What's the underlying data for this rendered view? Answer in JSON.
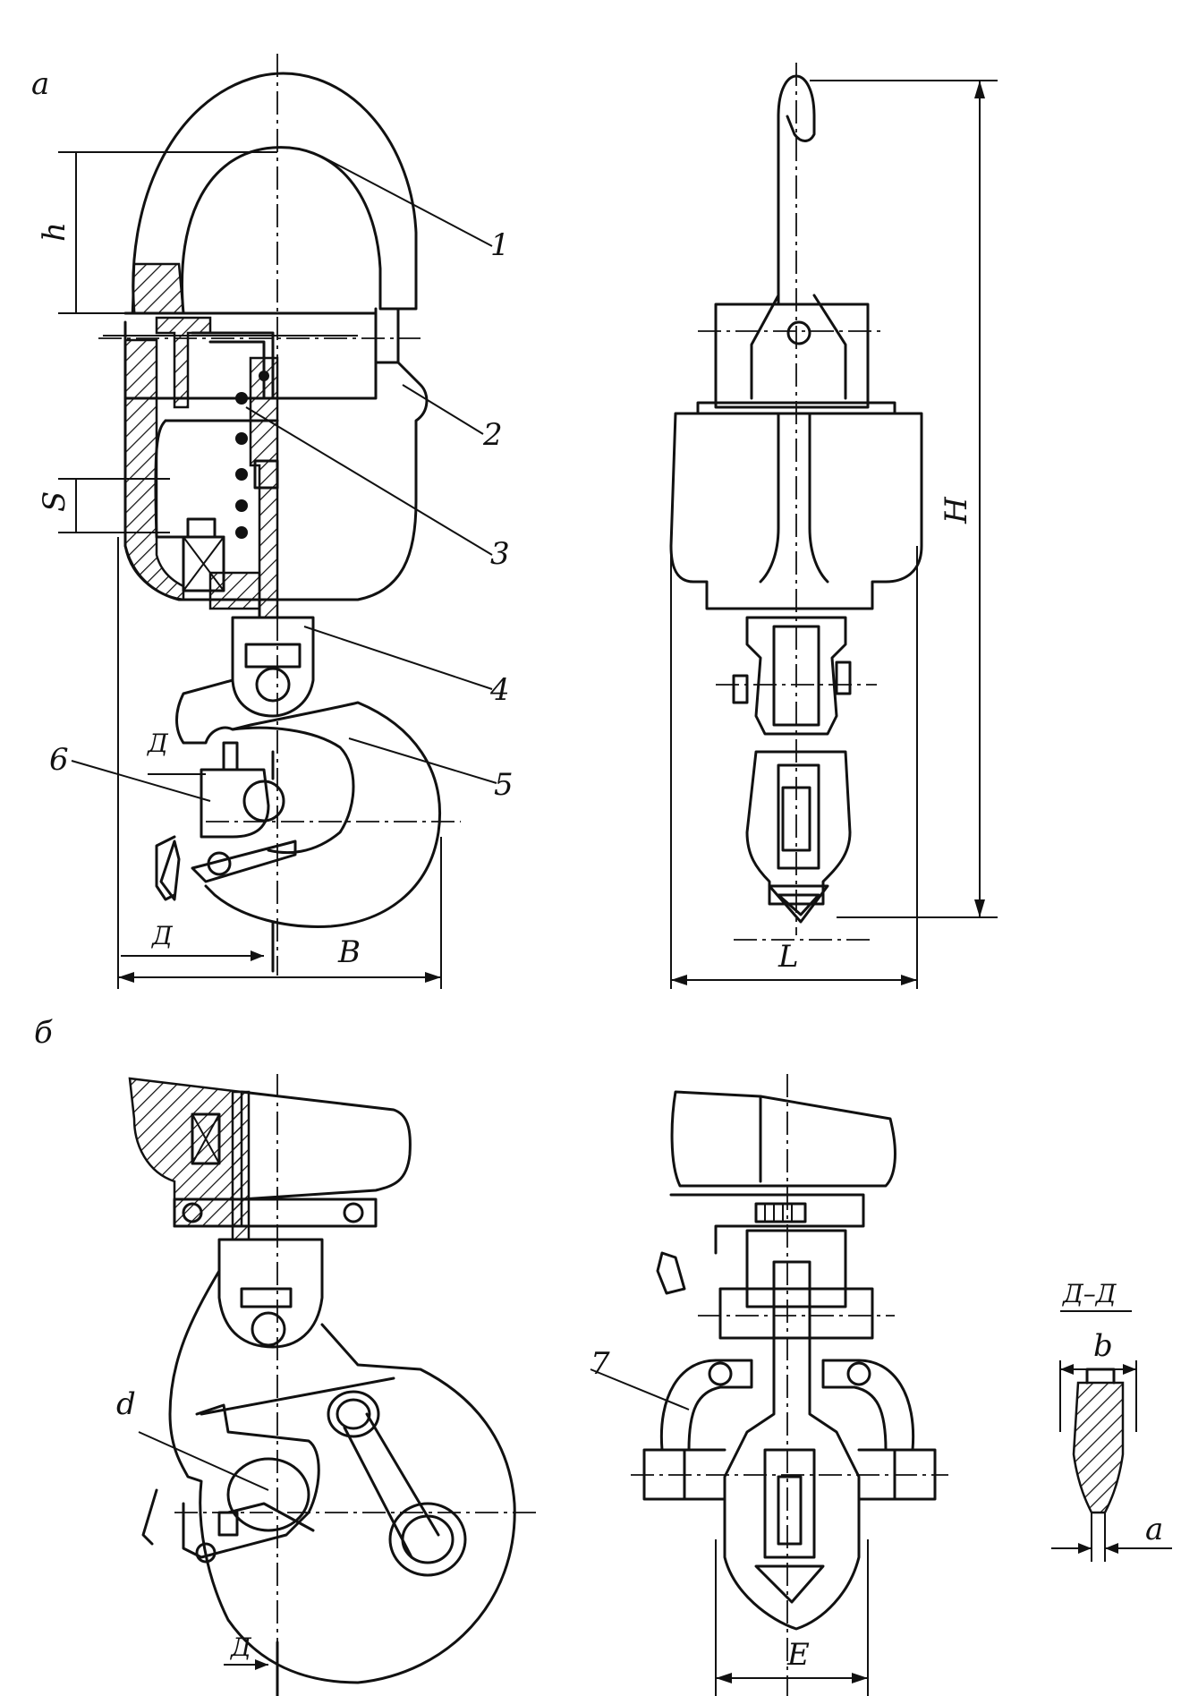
{
  "labels": {
    "view_a": "а",
    "view_b": "б",
    "section_title": "Д–Д",
    "dim_h": "h",
    "dim_S": "S",
    "dim_H": "H",
    "dim_L": "L",
    "dim_B": "B",
    "dim_E": "E",
    "dim_d": "d",
    "dim_b": "b",
    "dim_a": "a",
    "section_mark_1": "Д",
    "section_mark_2": "Д",
    "section_mark_3": "Д",
    "callout_1": "1",
    "callout_2": "2",
    "callout_3": "3",
    "callout_4": "4",
    "callout_5": "5",
    "callout_6": "6",
    "callout_7": "7"
  }
}
